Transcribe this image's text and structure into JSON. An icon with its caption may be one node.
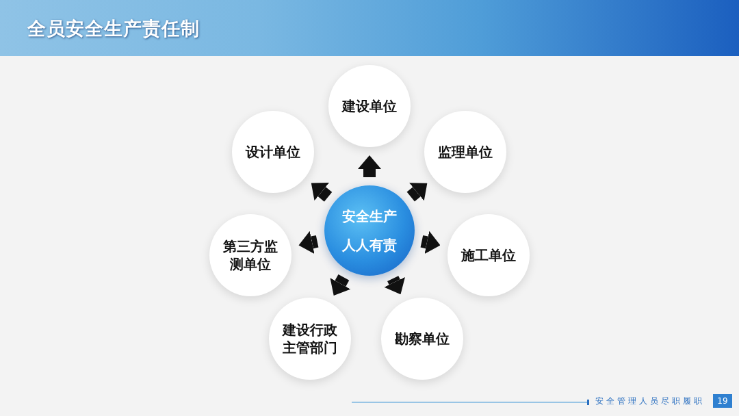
{
  "diagram": {
    "title": "全员安全生产责任制",
    "nodes": [
      {
        "text": [
          "安全生产人人有责"
        ]
      },
      {
        "text": [
          "建设单位"
        ]
      },
      {
        "text": [
          "监理单位"
        ]
      },
      {
        "text": [
          "施工单位"
        ]
      },
      {
        "text": [
          "勘察单位"
        ]
      },
      {
        "text": [
          "建设行政主管部门"
        ]
      },
      {
        "text": [
          "第三方监测单位"
        ]
      },
      {
        "text": [
          "设计单位"
        ]
      }
    ],
    "edges": [
      {
        "from": 0,
        "to": 1,
        "arrow": "to"
      },
      {
        "from": 0,
        "to": 2,
        "arrow": "to"
      },
      {
        "from": 0,
        "to": 3,
        "arrow": "to"
      },
      {
        "from": 0,
        "to": 4,
        "arrow": "to"
      },
      {
        "from": 0,
        "to": 5,
        "arrow": "to"
      },
      {
        "from": 0,
        "to": 6,
        "arrow": "to"
      },
      {
        "from": 0,
        "to": 7,
        "arrow": "to"
      }
    ],
    "labels": [
      "安全管理人员尽职履职",
      "19"
    ]
  }
}
